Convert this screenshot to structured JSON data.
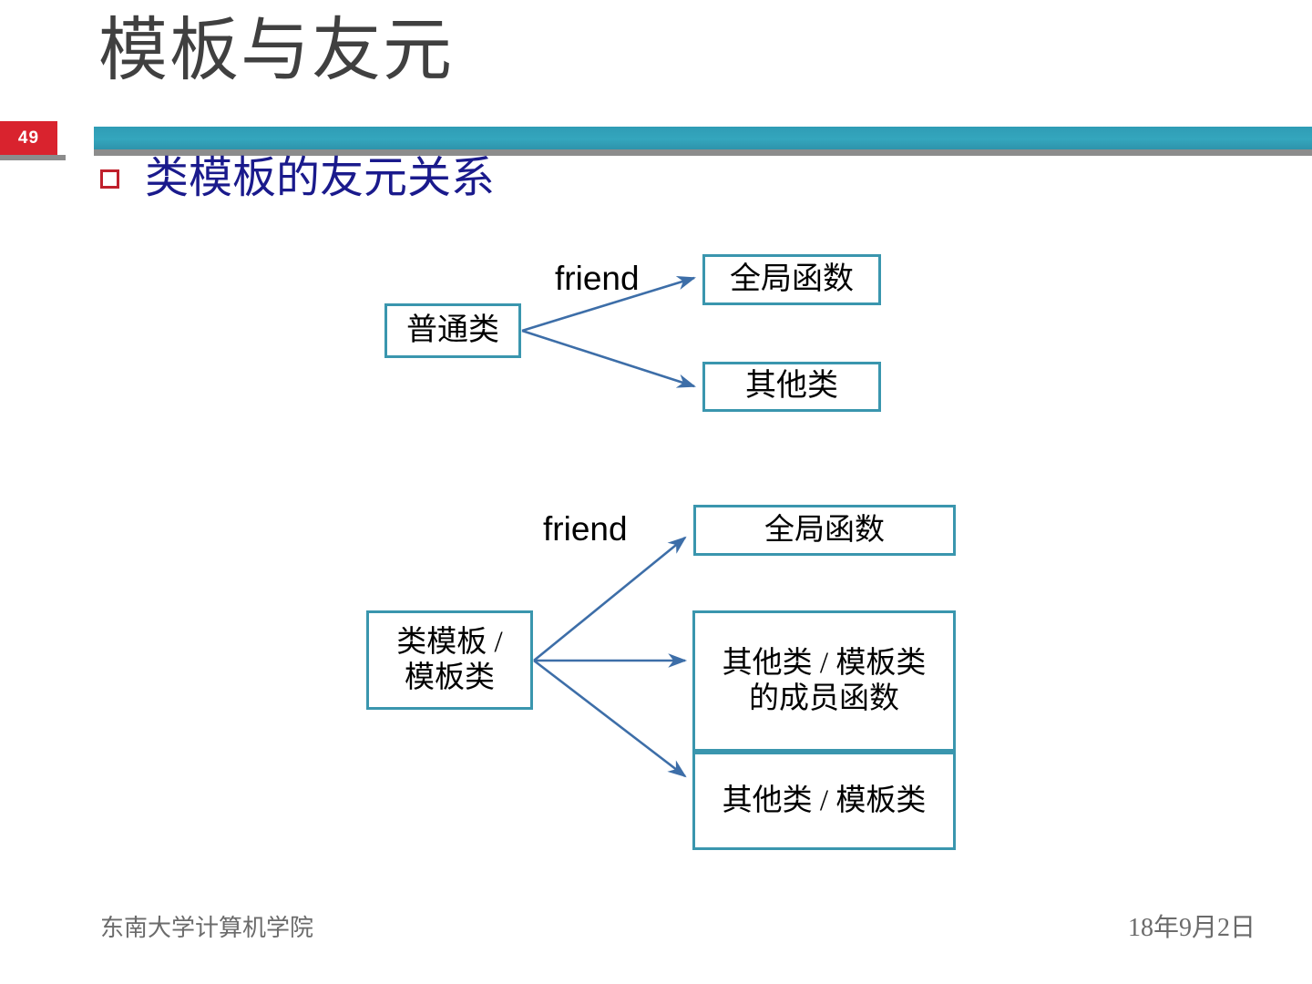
{
  "slide": {
    "title": "模板与友元",
    "page_number": "49",
    "heading": "类模板的友元关系",
    "accent_teal": "#34a6bd",
    "accent_red": "#d9232e",
    "heading_color": "#1a1a8c",
    "box_border_color": "#3a96ae",
    "arrow_color": "#3d6ea8"
  },
  "diagram_one": {
    "source": "普通类",
    "relation_label": "friend",
    "targets": [
      {
        "label": "全局函数"
      },
      {
        "label": "其他类"
      }
    ]
  },
  "diagram_two": {
    "source": "类模板 /\n模板类",
    "relation_label": "friend",
    "targets": [
      {
        "label": "全局函数"
      },
      {
        "label": "其他类 / 模板类\n的成员函数"
      },
      {
        "label": "其他类 / 模板类"
      }
    ]
  },
  "footer": {
    "organization": "东南大学计算机学院",
    "date": "18年9月2日"
  }
}
